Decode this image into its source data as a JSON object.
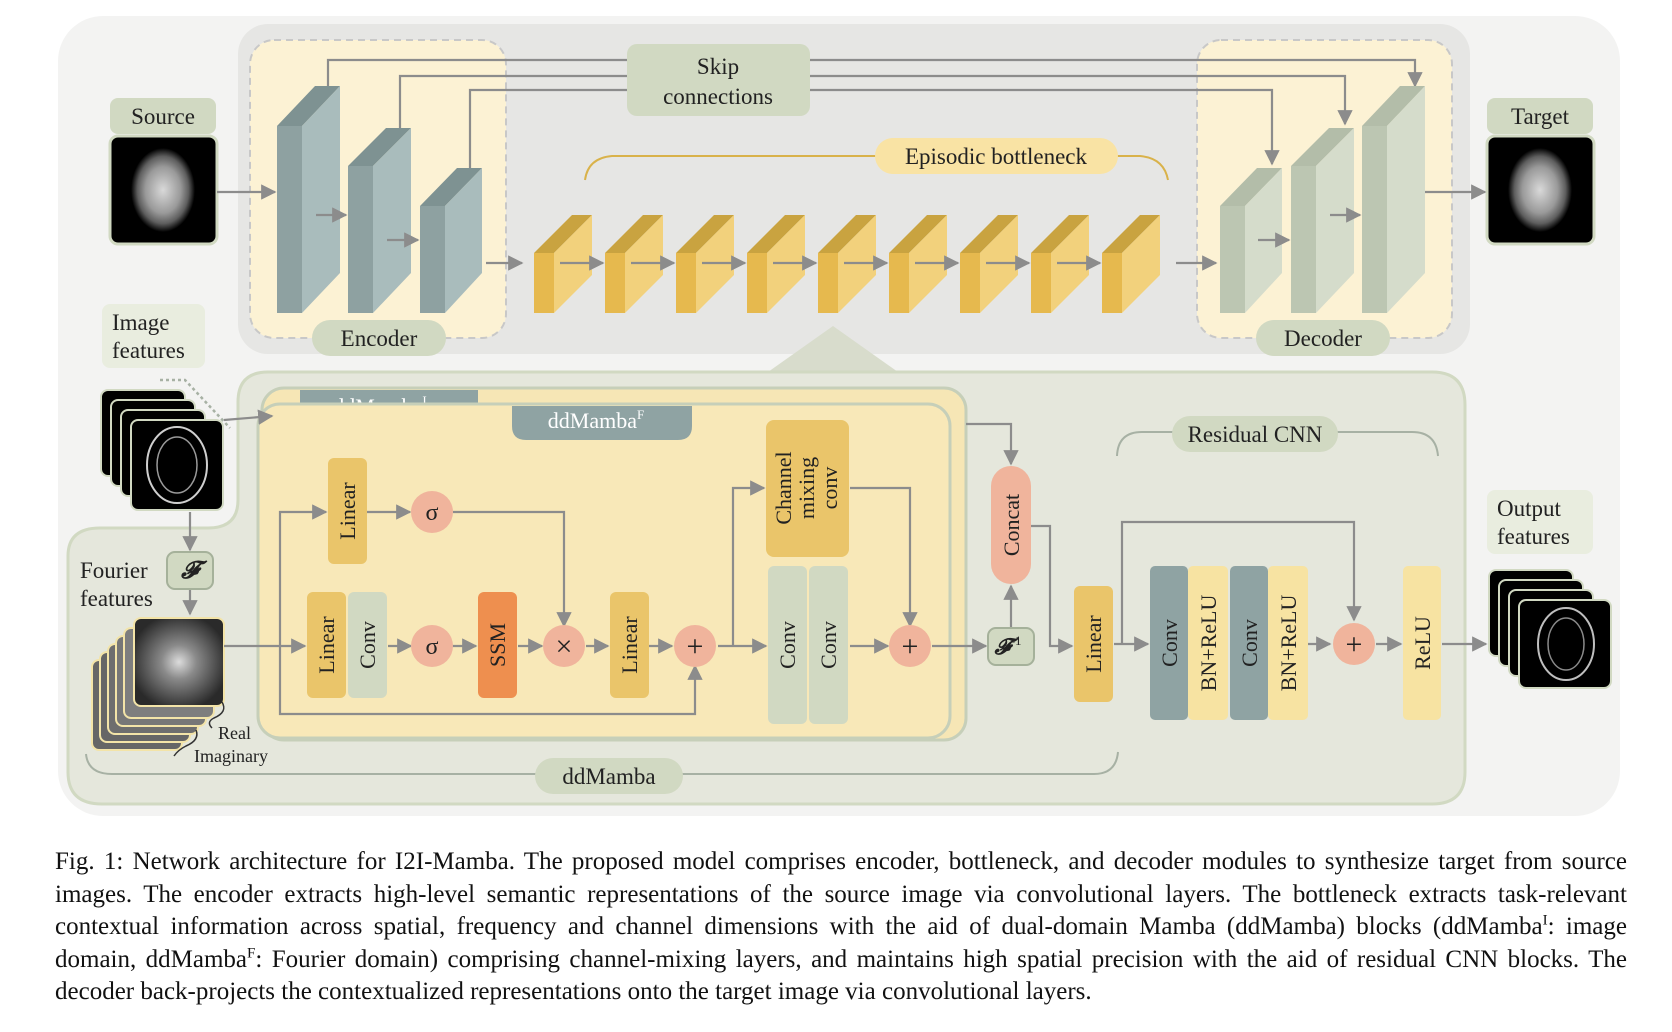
{
  "diagram": {
    "top": {
      "source_label": "Source",
      "target_label": "Target",
      "skip_line1": "Skip",
      "skip_line2": "connections",
      "episodic_label": "Episodic bottleneck",
      "encoder_label": "Encoder",
      "decoder_label": "Decoder"
    },
    "left": {
      "image_features_line1": "Image",
      "image_features_line2": "features",
      "fourier_features_line1": "Fourier",
      "fourier_features_line2": "features",
      "fourier_symbol": "𝓕",
      "real_label": "Real",
      "imaginary_label": "Imaginary"
    },
    "ddmamba": {
      "img_tab": "ddMamba",
      "img_sup": "I",
      "freq_tab": "ddMamba",
      "freq_sup": "F",
      "bottom_label": "ddMamba",
      "linear_top": "Linear",
      "sigma_top": "σ",
      "linear_a": "Linear",
      "conv_a": "Conv",
      "sigma_b": "σ",
      "ssm": "SSM",
      "times": "×",
      "linear_b": "Linear",
      "plus_a": "+",
      "channel_line1": "Channel",
      "channel_line2": "mixing",
      "channel_line3": "conv",
      "conv_b1": "Conv",
      "conv_b2": "Conv",
      "plus_b": "+"
    },
    "right": {
      "concat": "Concat",
      "inv_fourier": "𝓕",
      "inv_sup": "-1",
      "linear_c": "Linear",
      "residual_label": "Residual CNN",
      "conv_c1": "Conv",
      "bnrelu_1": "BN+ReLU",
      "conv_c2": "Conv",
      "bnrelu_2": "BN+ReLU",
      "plus_c": "+",
      "relu": "ReLU",
      "output_line1": "Output",
      "output_line2": "features"
    },
    "colors": {
      "encoder_block": "#9fb3b3",
      "decoder_block": "#c9d3c0",
      "bottleneck_block": "#eac56a",
      "panel_bg": "#e8e8e6",
      "lower_panel_bg": "#e5e7dc",
      "ddmamba_bg": "#f6e6b5",
      "sigma_circle": "#f0b49c",
      "ssm": "#ee8f4f",
      "label_pill": "#d1d9c2"
    }
  },
  "caption": {
    "fig_prefix": "Fig. 1: ",
    "part1": "Network architecture for I2I-Mamba. The proposed model comprises encoder, bottleneck, and decoder modules to synthesize target from source images. The encoder extracts high-level semantic representations of the source image via convolutional layers. The bottleneck extracts task-relevant contextual information across spatial, frequency and channel dimensions with the aid of dual-domain Mamba (ddMamba) blocks (ddMamba",
    "sup_i": "I",
    "part2": ": image domain, ddMamba",
    "sup_f": "F",
    "part3": ": Fourier domain) comprising channel-mixing layers, and maintains high spatial precision with the aid of residual CNN blocks. The decoder back-projects the contextualized representations onto the target image via convolutional layers."
  }
}
